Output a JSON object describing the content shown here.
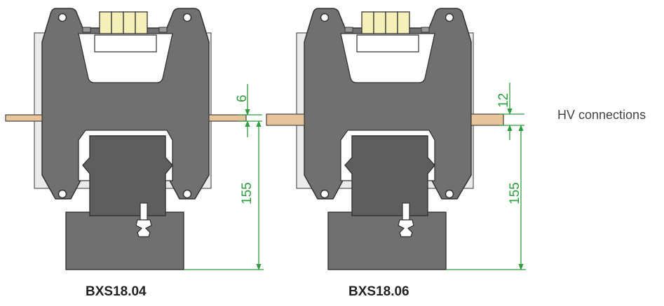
{
  "diagram": {
    "colors": {
      "body_gray": "#707070",
      "body_dark": "#5e5e5e",
      "plate_light": "#ebebeb",
      "inner_white": "#ffffff",
      "terminal_block": "#f5f0b8",
      "busbar_copper": "#e8c49a",
      "dimension_green": "#2e9e3e",
      "outline": "#333333"
    },
    "units": [
      {
        "caption": "BXS18.04",
        "busbar_dimension": "6",
        "height_dimension": "155"
      },
      {
        "caption": "BXS18.06",
        "busbar_dimension": "12",
        "height_dimension": "155"
      }
    ],
    "hv_label": "HV connections"
  }
}
